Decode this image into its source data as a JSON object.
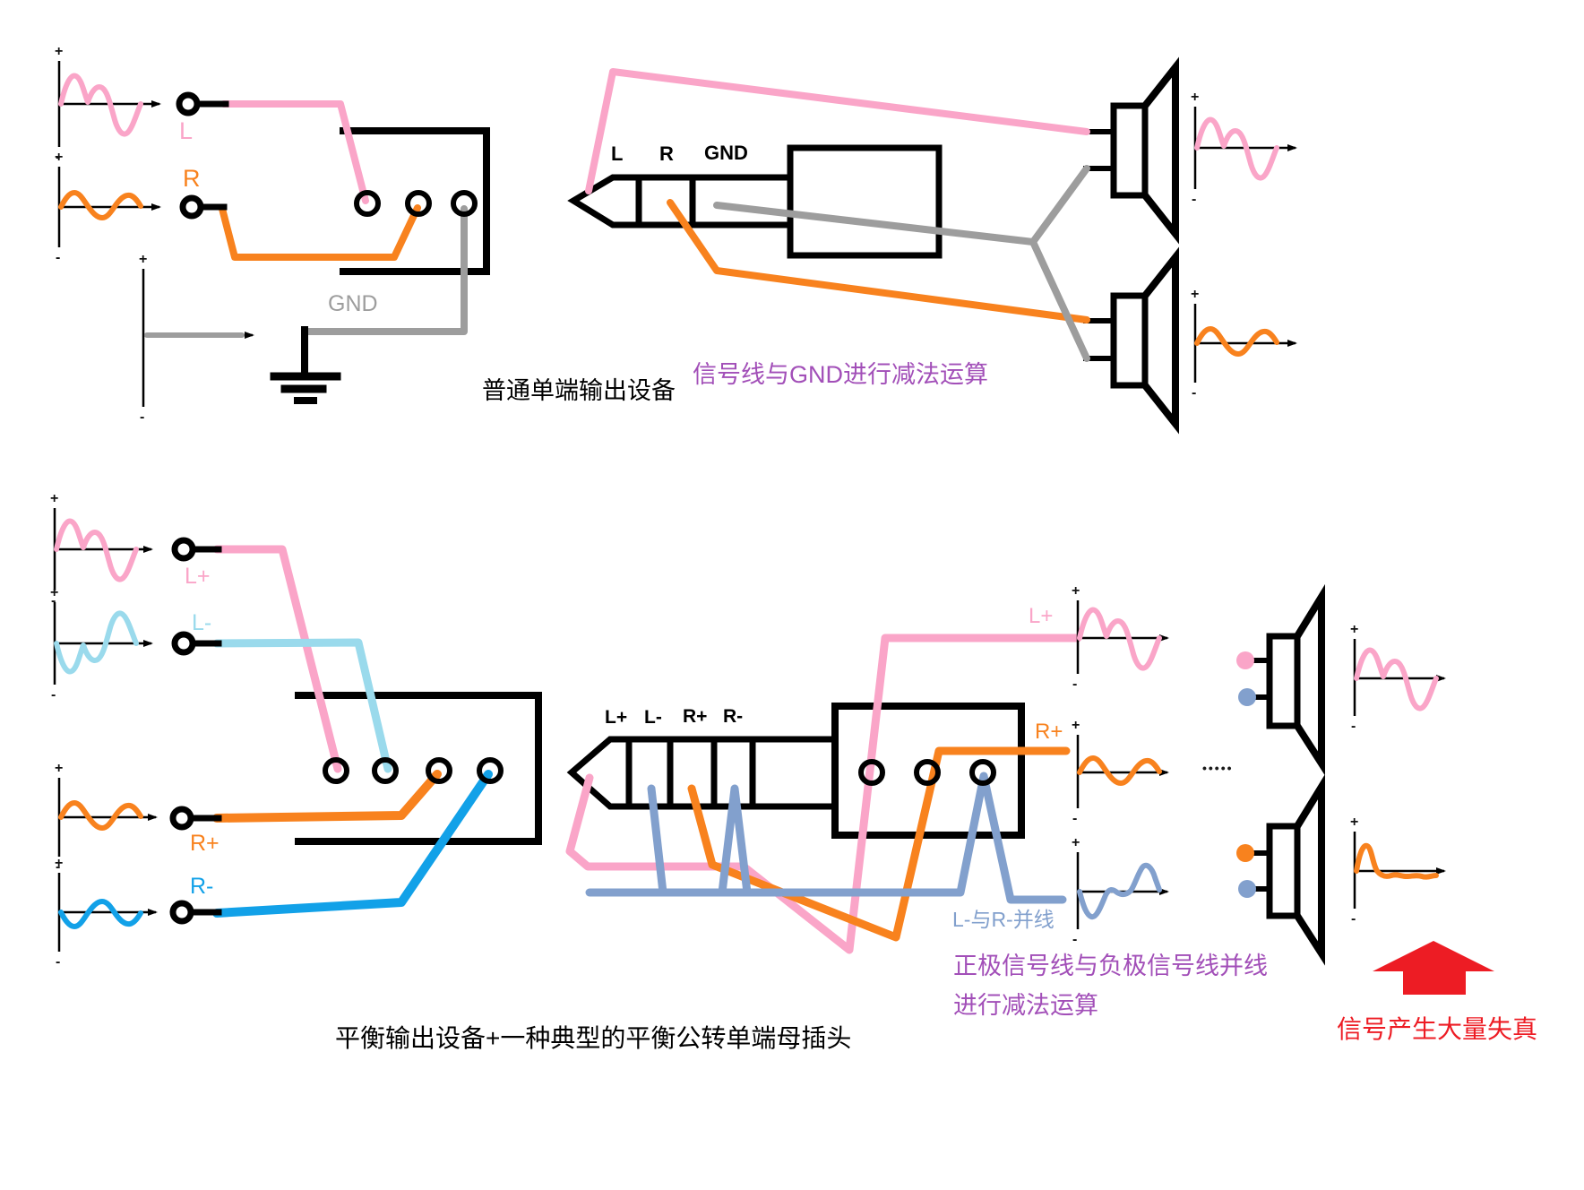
{
  "colors": {
    "pink": "#FAA5C8",
    "orange": "#F8821E",
    "light_blue": "#9ADAEC",
    "blue": "#12A1E8",
    "slate_blue": "#82A0CD",
    "gray": "#9D9D9D",
    "purple": "#A24FB8",
    "red": "#ED1C24",
    "black": "#000000"
  },
  "axis": {
    "plus": "+",
    "minus": "-"
  },
  "top": {
    "l": "L",
    "r": "R",
    "gnd": "GND",
    "plug_l": "L",
    "plug_r": "R",
    "plug_gnd": "GND",
    "caption": "普通单端输出设备",
    "note": "信号线与GND进行减法运算"
  },
  "bottom": {
    "lp": "L+",
    "lm": "L-",
    "rp": "R+",
    "rm": "R-",
    "plug_lp": "L+",
    "plug_lm": "L-",
    "plug_rp": "R+",
    "plug_rm": "R-",
    "out_lp": "L+",
    "out_rp": "R+",
    "parallel_note": "L-与R-并线",
    "dots": "•••••",
    "note1": "正极信号线与负极信号线并线",
    "note2": "进行减法运算",
    "caption": "平衡输出设备+一种典型的平衡公转单端母插头",
    "warning": "信号产生大量失真"
  }
}
